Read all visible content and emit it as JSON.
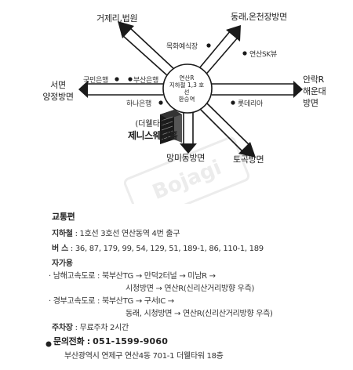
{
  "map": {
    "directions": {
      "n": "거제리,법원",
      "ne": "동래,온천장방면",
      "e_line1": "안락R",
      "e_line2": "해운대",
      "e_line3": "방면",
      "se": "토곡방면",
      "s": "망미동방면",
      "w_line1": "서면",
      "w_line2": "양정방면"
    },
    "landmarks": {
      "mokhwa": "목화예식장",
      "skview": "연산SK뷰",
      "kookmin": "국민은행",
      "busan_bank": "부산은행",
      "hana": "하나은행",
      "lotteria": "롯데리아"
    },
    "center": {
      "line1": "연산R",
      "line2": "지하철 1,3 호선",
      "line3": "환승역"
    },
    "building": {
      "line1": "(더웰타워)",
      "line2": "제니스웨딩홀"
    },
    "watermark": "Bojagi"
  },
  "transport": {
    "heading": "교통편",
    "subway_label": "지하철",
    "subway_value": ": 1호선 3호선 연산동역 4번 출구",
    "bus_label": "버 스",
    "bus_value": ": 36, 87, 179, 99, 54, 129, 51, 189-1, 86, 110-1, 189",
    "car_label": "자가용",
    "route1_name": "· 남해고속도로 :",
    "route1_line1": "북부산TG → 만덕2터널 → 미남R →",
    "route1_line2": "시청방면 → 연산R(신리산거리방향 우측)",
    "route2_name": "· 경부고속도로 :",
    "route2_line1": "북부산TG → 구서IC →",
    "route2_line2": "동래, 시청방면 → 연산R(신리산거리방향 우측)",
    "parking_label": "주차장",
    "parking_value": ": 무료주차 2시간"
  },
  "contact": {
    "heading": "문의전화 :",
    "phone": "051-1599-9060",
    "address": "부산광역시 연제구 연산4동 701-1 더웰타워 18층"
  },
  "colors": {
    "road": "#1a1a1a",
    "text": "#222222",
    "watermark": "#e9e9e9"
  }
}
